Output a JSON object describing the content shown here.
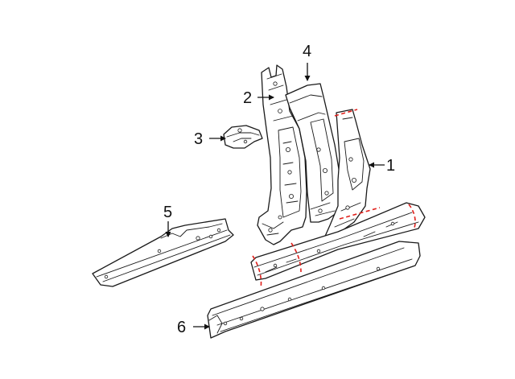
{
  "colors": {
    "line": "#1a1a1a",
    "cut_line": "#e0201b",
    "background": "#ffffff"
  },
  "callouts": [
    {
      "number": "1"
    },
    {
      "number": "2"
    },
    {
      "number": "3"
    },
    {
      "number": "4"
    },
    {
      "number": "5"
    },
    {
      "number": "6"
    }
  ]
}
